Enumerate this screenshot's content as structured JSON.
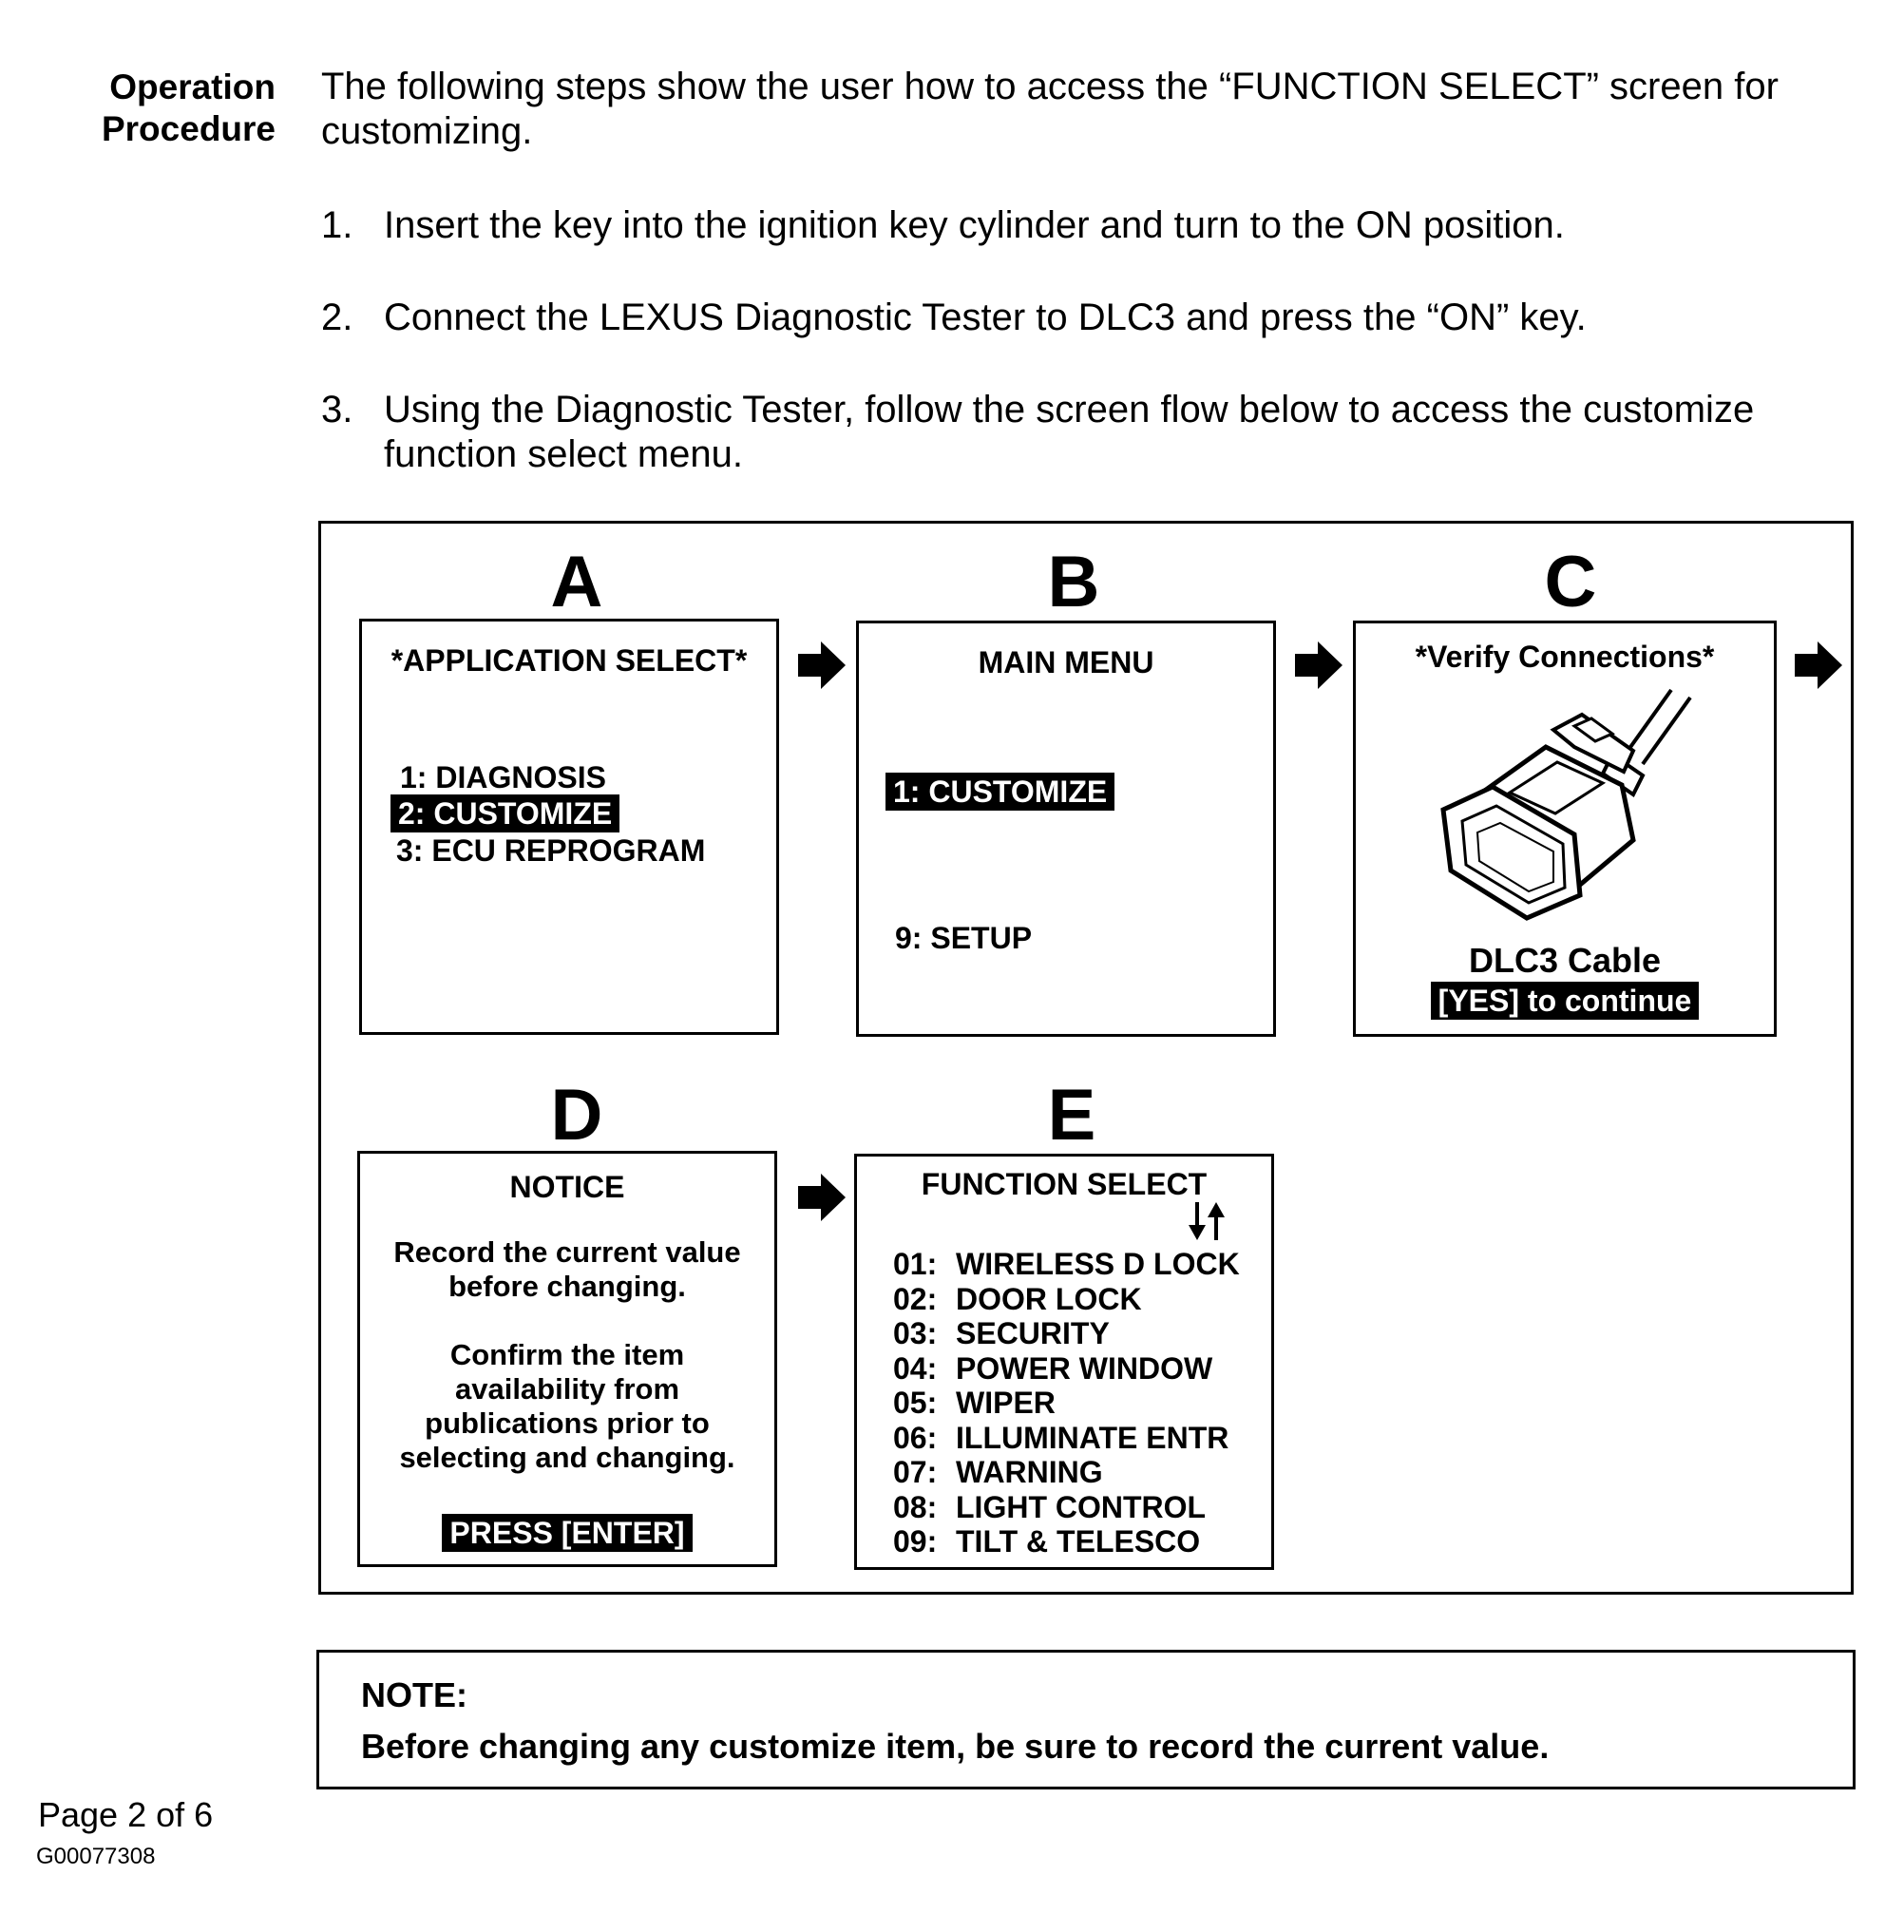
{
  "side_heading": {
    "line1": "Operation",
    "line2": "Procedure"
  },
  "intro": "The following steps show the user how to access the “FUNCTION SELECT” screen for customizing.",
  "steps": [
    {
      "num": "1.",
      "text": "Insert the key into the ignition key cylinder and turn to the ON position."
    },
    {
      "num": "2.",
      "text": "Connect the LEXUS Diagnostic Tester to DLC3 and press the “ON” key."
    },
    {
      "num": "3.",
      "text": "Using the Diagnostic Tester, follow the screen flow below to access the customize function select menu."
    }
  ],
  "screens": {
    "a": {
      "letter": "A",
      "title": "*APPLICATION SELECT*",
      "items": [
        "1: DIAGNOSIS",
        "2: CUSTOMIZE",
        "3: ECU REPROGRAM"
      ],
      "selected": "2: CUSTOMIZE"
    },
    "b": {
      "letter": "B",
      "title": "MAIN MENU",
      "items": [
        "1: CUSTOMIZE",
        "9: SETUP"
      ],
      "selected": "1: CUSTOMIZE"
    },
    "c": {
      "letter": "C",
      "title": "*Verify Connections*",
      "caption": "DLC3 Cable",
      "prompt": "[YES] to continue",
      "illustration": "dlc3-cable-connector"
    },
    "d": {
      "letter": "D",
      "title": "NOTICE",
      "message1_line1": "Record the current value",
      "message1_line2": "before changing.",
      "message2_line1": "Confirm the item",
      "message2_line2": "availability from",
      "message2_line3": "publications prior to",
      "message2_line4": "selecting and changing.",
      "prompt": "PRESS [ENTER]"
    },
    "e": {
      "letter": "E",
      "title": "FUNCTION SELECT",
      "scroll_icon": "up-down-arrows-icon",
      "items": [
        {
          "num": "01:",
          "label": "WIRELESS D LOCK"
        },
        {
          "num": "02:",
          "label": "DOOR LOCK"
        },
        {
          "num": "03:",
          "label": "SECURITY"
        },
        {
          "num": "04:",
          "label": "POWER WINDOW"
        },
        {
          "num": "05:",
          "label": "WIPER"
        },
        {
          "num": "06:",
          "label": "ILLUMINATE ENTR"
        },
        {
          "num": "07:",
          "label": "WARNING"
        },
        {
          "num": "08:",
          "label": "LIGHT CONTROL"
        },
        {
          "num": "09:",
          "label": "TILT & TELESCO"
        }
      ]
    }
  },
  "flow_arrow_icon": "right-arrow-icon",
  "note": {
    "title": "NOTE:",
    "body": "Before changing any customize item, be sure to record the current value."
  },
  "footer": {
    "page": "Page 2 of 6",
    "doc_id": "G00077308"
  }
}
